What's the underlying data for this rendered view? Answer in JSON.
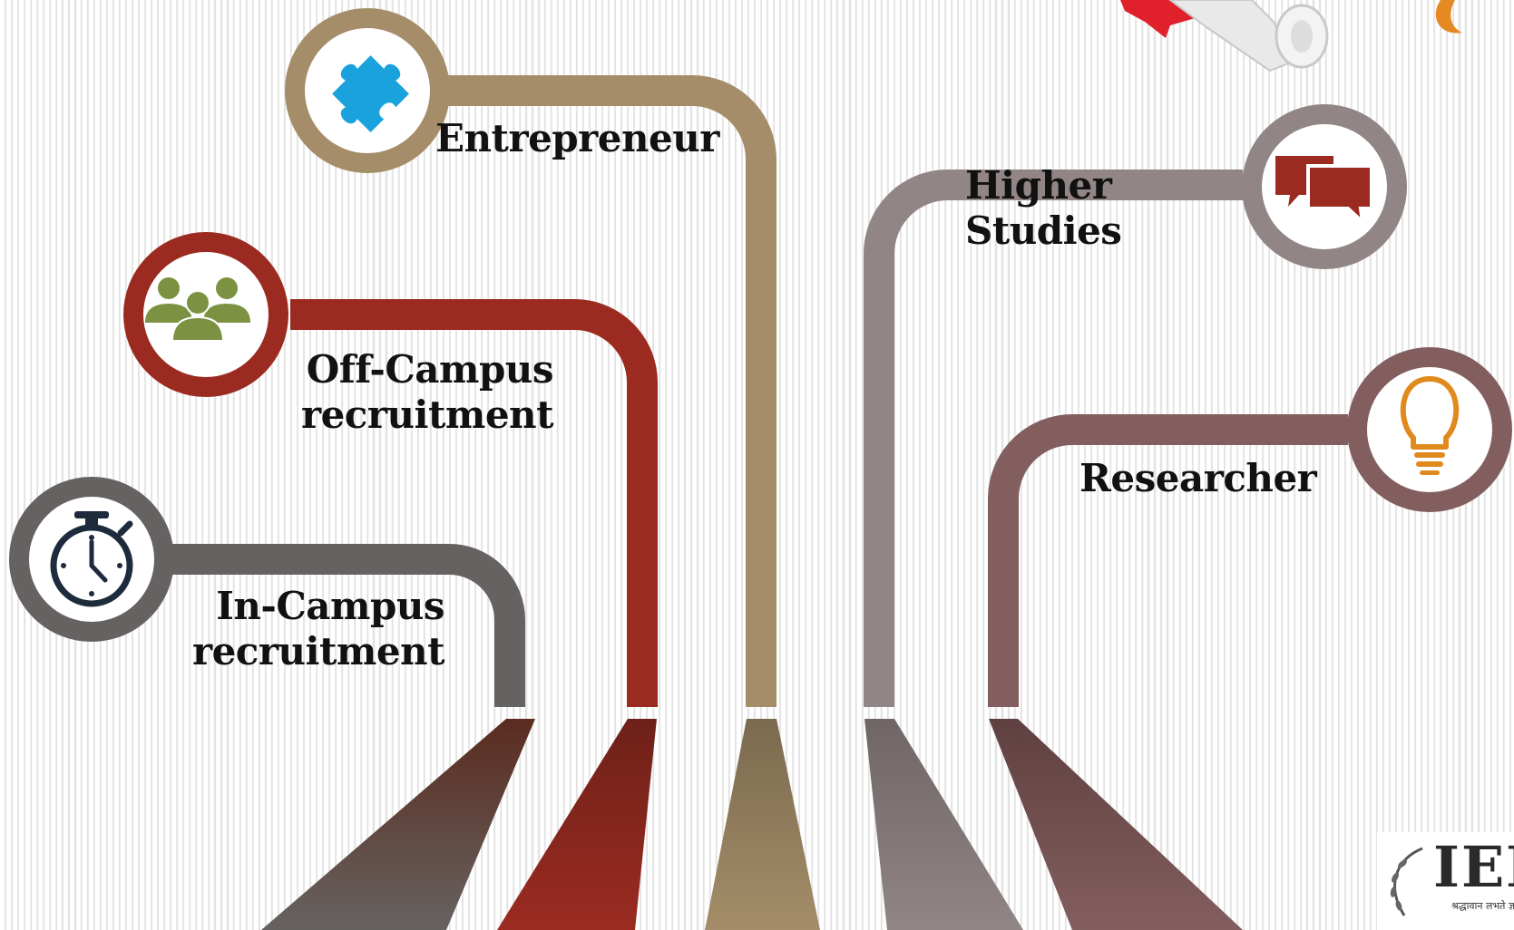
{
  "colors": {
    "in_campus": "#666261",
    "off_campus": "#9b2b21",
    "entrepreneur": "#a48d68",
    "higher_studies": "#8f8484",
    "researcher": "#835e5e"
  },
  "career_paths": [
    {
      "id": "in-campus",
      "label_lines": [
        "In-Campus",
        "recruitment"
      ],
      "icon": "stopwatch-icon"
    },
    {
      "id": "off-campus",
      "label_lines": [
        "Off-Campus",
        "recruitment"
      ],
      "icon": "people-group-icon"
    },
    {
      "id": "entrepreneur",
      "label_lines": [
        "Entrepreneur"
      ],
      "icon": "puzzle-piece-icon"
    },
    {
      "id": "higher-studies",
      "label_lines": [
        "Higher",
        "Studies"
      ],
      "icon": "chat-bubbles-icon"
    },
    {
      "id": "researcher",
      "label_lines": [
        "Researcher"
      ],
      "icon": "lightbulb-icon"
    }
  ],
  "logo": {
    "text": "IEM",
    "tagline": "श्रद्धावान लभते ज्ञानम्"
  }
}
